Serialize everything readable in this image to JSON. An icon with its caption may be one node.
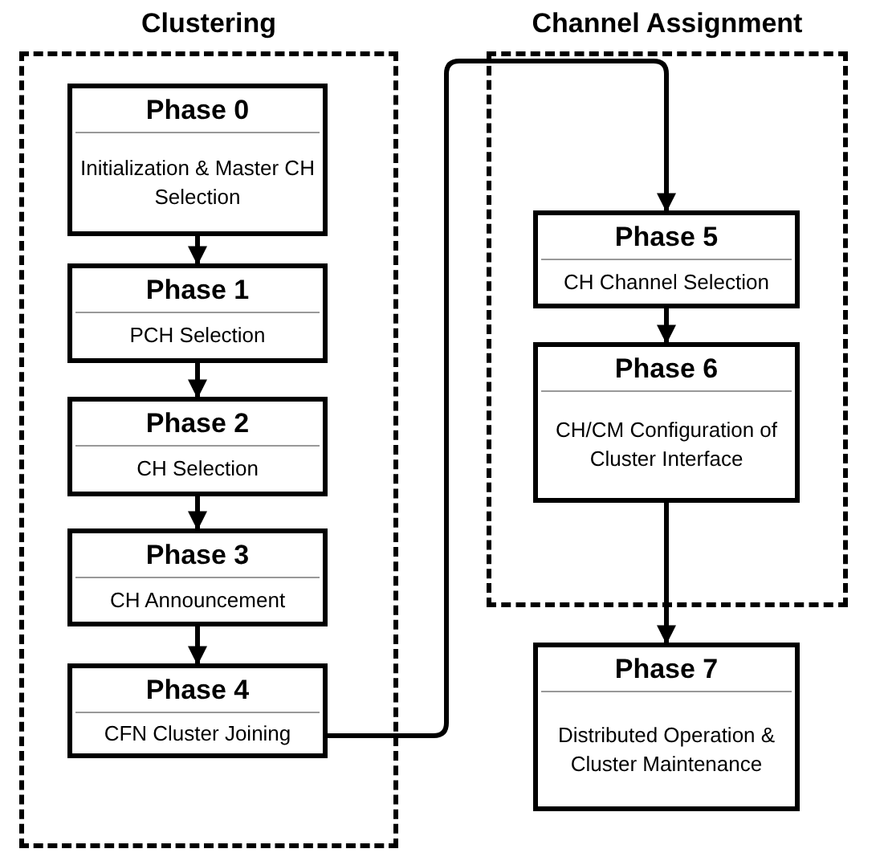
{
  "diagram": {
    "nodes": [
      {
        "text": [
          "Clustering"
        ]
      },
      {
        "text": [
          "Phase 0",
          "Initialization & Master CH Selection"
        ],
        "in": 0
      },
      {
        "text": [
          "Phase 1",
          "PCH Selection"
        ],
        "in": 0
      },
      {
        "text": [
          "Phase 2",
          "CH Selection"
        ],
        "in": 0
      },
      {
        "text": [
          "Phase 3",
          "CH Announcement"
        ],
        "in": 0
      },
      {
        "text": [
          "Phase 4",
          "CFN Cluster Joining"
        ],
        "in": 0
      },
      {
        "text": [
          "Channel Assignment"
        ]
      },
      {
        "text": [
          "Phase 5",
          "CH Channel Selection"
        ],
        "in": 6
      },
      {
        "text": [
          "Phase 6",
          "CH/CM Configuration of Cluster Interface"
        ],
        "in": 6
      },
      {
        "text": [
          "Phase 7",
          "Distributed Operation & Cluster Maintenance"
        ]
      }
    ],
    "edges": [
      {
        "from": 1,
        "to": 2,
        "arrow": "to"
      },
      {
        "from": 2,
        "to": 3,
        "arrow": "to"
      },
      {
        "from": 3,
        "to": 4,
        "arrow": "to"
      },
      {
        "from": 4,
        "to": 5,
        "arrow": "to"
      },
      {
        "from": 5,
        "to": 7,
        "arrow": "to"
      },
      {
        "from": 7,
        "to": 8,
        "arrow": "to"
      },
      {
        "from": 8,
        "to": 9,
        "arrow": "to"
      }
    ]
  }
}
